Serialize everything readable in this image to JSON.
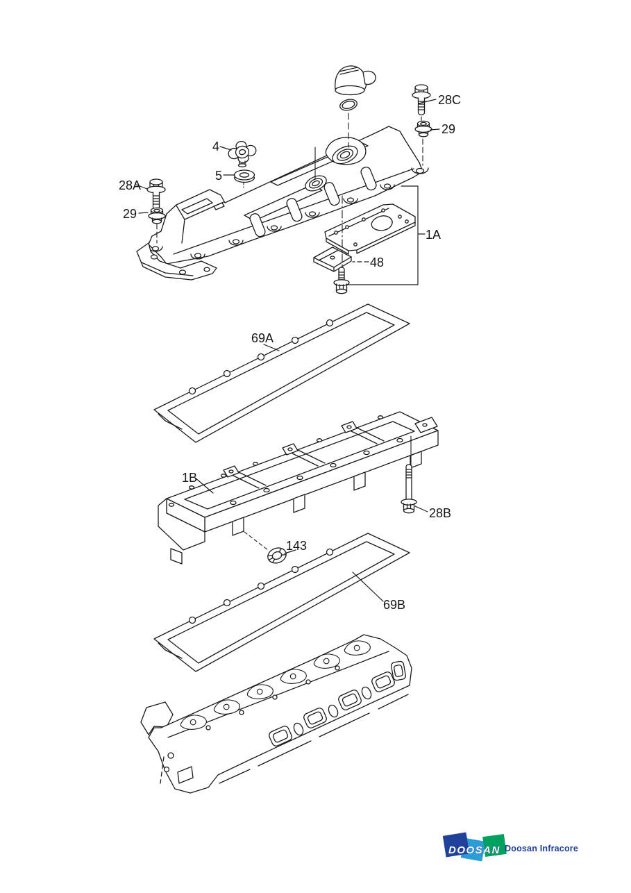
{
  "page": {
    "background": "#ffffff",
    "ink": "#1a1a1a"
  },
  "diagram": {
    "type": "exploded-parts-diagram",
    "callouts": [
      {
        "label": "28C"
      },
      {
        "label": "29"
      },
      {
        "label": "4"
      },
      {
        "label": "5"
      },
      {
        "label": "28A"
      },
      {
        "label": "29"
      },
      {
        "label": "1A"
      },
      {
        "label": "48"
      },
      {
        "label": "69A"
      },
      {
        "label": "1B"
      },
      {
        "label": "28B"
      },
      {
        "label": "143"
      },
      {
        "label": "69B"
      }
    ],
    "parts": [
      {
        "callout": "1A",
        "name": "valve-cover-assembly"
      },
      {
        "callout": "1B",
        "name": "cover-spacer-frame"
      },
      {
        "callout": "4",
        "name": "cap-nut-knob"
      },
      {
        "callout": "5",
        "name": "seal-washer"
      },
      {
        "callout": "28A",
        "name": "flange-bolt"
      },
      {
        "callout": "28B",
        "name": "flange-bolt-long"
      },
      {
        "callout": "28C",
        "name": "flange-bolt"
      },
      {
        "callout": "29",
        "name": "flange-nut"
      },
      {
        "callout": "48",
        "name": "bracket-plate"
      },
      {
        "callout": "69A",
        "name": "cover-gasket-upper"
      },
      {
        "callout": "69B",
        "name": "cover-gasket-lower"
      },
      {
        "callout": "143",
        "name": "seal-grommet"
      }
    ],
    "unlabeled_parts": [
      {
        "name": "oil-filler-cap"
      },
      {
        "name": "o-ring"
      },
      {
        "name": "baffle-plate"
      },
      {
        "name": "cylinder-head"
      }
    ]
  },
  "footer": {
    "logo_wordmark": "DOOSAN",
    "company_name": "Doosan Infracore",
    "colors": {
      "navy": "#21409a",
      "light_blue": "#2a9dd7",
      "green": "#00a15f",
      "text_navy": "#21409a"
    }
  }
}
